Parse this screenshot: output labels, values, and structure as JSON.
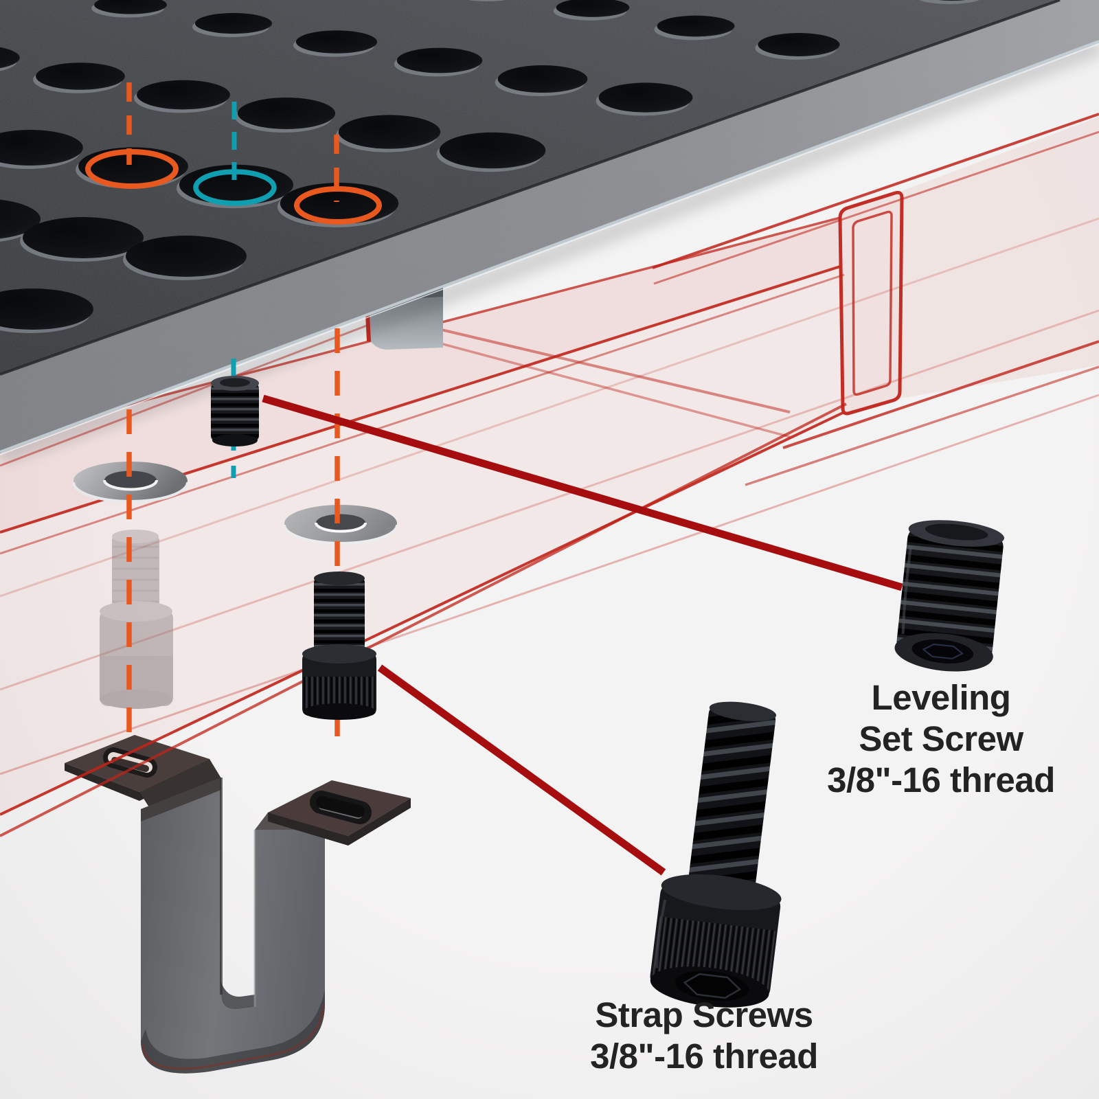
{
  "figure": {
    "type": "exploded-assembly-diagram",
    "subject": "Welding fixture table top mounting hardware"
  },
  "labels": {
    "leveling": {
      "line1": "Leveling",
      "line2": "Set Screw",
      "line3": "3/8\"-16 thread"
    },
    "strap": {
      "line1": "Strap Screws",
      "line2": "3/8\"-16 thread"
    }
  },
  "colors": {
    "background": "#f2f1f1",
    "plate_face": "#46484c",
    "plate_edge": "#87898d",
    "accent_orange": "#e8581f",
    "accent_teal": "#109fb0",
    "tube_red": "#c0241a",
    "callout_red": "#a50d0f",
    "ink": "#232323"
  },
  "components": [
    "perforated-table-top",
    "ghost-frame-tube",
    "leveling-set-screw",
    "flat-washer-left",
    "flat-washer-right",
    "ghost-strap-screw",
    "strap-screw",
    "u-strap-bracket",
    "alignment-line-orange-left",
    "alignment-line-teal-center",
    "alignment-line-orange-right"
  ]
}
